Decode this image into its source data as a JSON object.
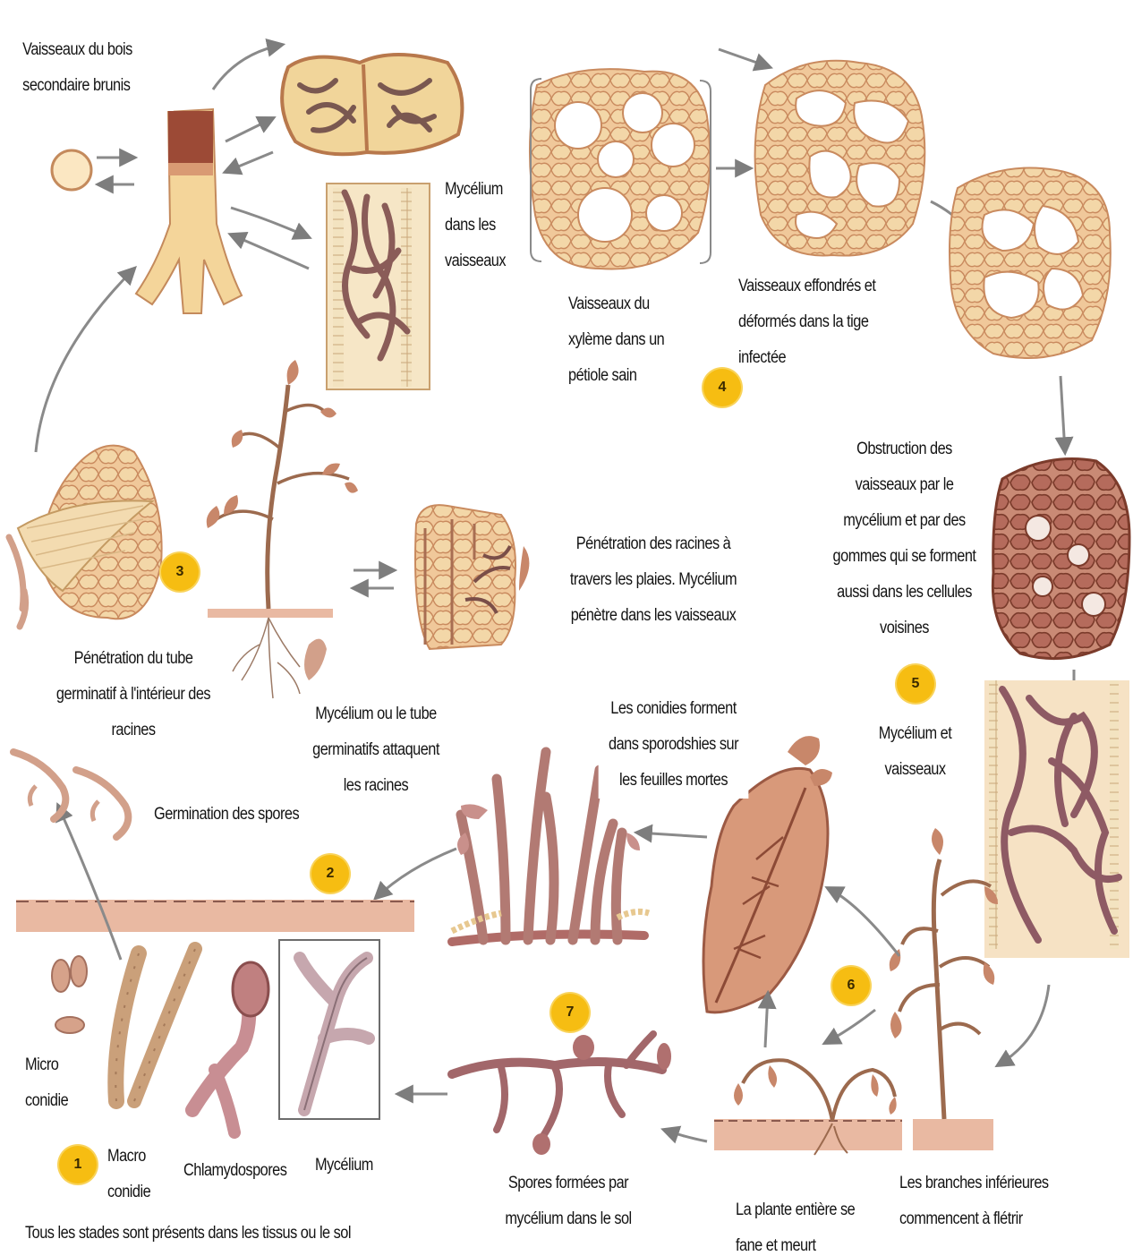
{
  "colors": {
    "tissue_fill": "#f2dcb0",
    "tissue_stroke": "#b8784c",
    "cell_fill": "#f0c89a",
    "hypha": "#a8706c",
    "hypha_light": "#c79a95",
    "soil": "#e9b9a2",
    "arrow": "#7d7d7d",
    "badge": "#f6bd12",
    "leaf": "#c8876a",
    "vessel_dark": "#7b3b2b"
  },
  "labels": {
    "vaisseaux_bois": [
      "Vaisseaux du bois",
      "secondaire brunis"
    ],
    "mycelium_vaisseaux": [
      "Mycélium",
      "dans les",
      "vaisseaux"
    ],
    "xyleme_sain": [
      "Vaisseaux du",
      "xylème dans un",
      "pétiole sain"
    ],
    "effondres": [
      "Vaisseaux effondrés et",
      "déformés dans la tige",
      "infectée"
    ],
    "obstruction": [
      "Obstruction des",
      "vaisseaux par le",
      "mycélium et par des",
      "gommes qui se forment",
      "aussi dans les cellules",
      "voisines"
    ],
    "penetration_racines": [
      "Pénétration des racines à",
      "travers les plaies. Mycélium",
      "pénètre dans les vaisseaux"
    ],
    "penetration_tube": [
      "Pénétration du tube",
      "germinatif à l'intérieur des",
      "racines"
    ],
    "mycelium_tube": [
      "Mycélium ou le tube",
      "germinatifs attaquent",
      "les racines"
    ],
    "conidies": [
      "Les conidies forment",
      "dans sporodshies sur",
      "les feuilles mortes"
    ],
    "mycelium_et_vaisseaux": [
      "Mycélium et",
      "vaisseaux"
    ],
    "germination": [
      "Germination des spores"
    ],
    "micro_conidie": [
      "Micro",
      "conidie"
    ],
    "macro_conidie": [
      "Macro",
      "conidie"
    ],
    "chlamydospores": [
      "Chlamydospores"
    ],
    "mycelium": [
      "Mycélium"
    ],
    "spores_sol": [
      "Spores formées par",
      "mycélium dans le sol"
    ],
    "plante_fane": [
      "La plante entière se",
      "fane et meurt"
    ],
    "branches": [
      "Les branches inférieures",
      "commencent à flétrir"
    ],
    "tous_stades": [
      "Tous les stades sont présents dans les tissus ou le sol"
    ]
  },
  "badges": [
    "1",
    "2",
    "3",
    "4",
    "5",
    "6",
    "7"
  ]
}
